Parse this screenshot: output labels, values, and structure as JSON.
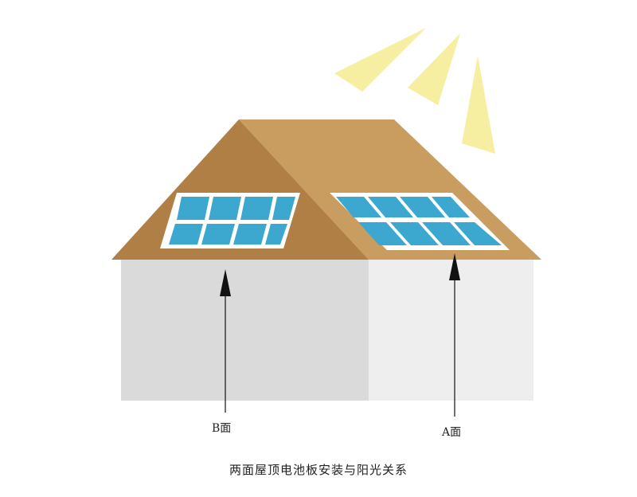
{
  "labels": {
    "face_b": "B面",
    "face_a": "A面"
  },
  "caption": "两面屋顶电池板安装与阳光关系",
  "colors": {
    "roof_left": "#b07f45",
    "roof_right": "#c99d60",
    "wall_left": "#dadada",
    "wall_right": "#eeeeee",
    "panel_cell": "#3ca8cf",
    "sun_ray": "#f6eea0",
    "arrow": "#111111"
  },
  "icons": {
    "sun": "sun-rays",
    "pointer": "up-arrow"
  }
}
